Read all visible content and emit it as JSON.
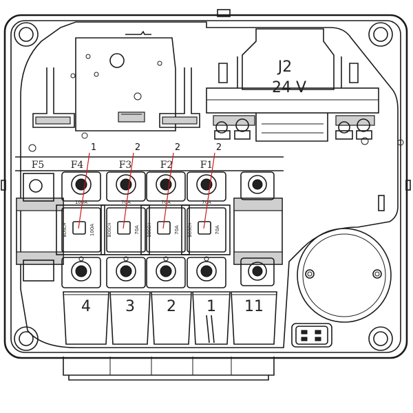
{
  "relay": {
    "name": "J2",
    "voltage": "24 V"
  },
  "fuse_labels": [
    "F5",
    "F4",
    "F3",
    "F2",
    "F1"
  ],
  "fuses": [
    {
      "slot": "F4",
      "top_rating": "100A",
      "body_rating": "100A",
      "brand": "BOSCH",
      "callout": "1"
    },
    {
      "slot": "F3",
      "top_rating": "70A",
      "body_rating": "70A",
      "brand": "BOSCH",
      "callout": "2"
    },
    {
      "slot": "F2",
      "top_rating": "70A",
      "body_rating": "70A",
      "brand": "BOSCH",
      "callout": "2"
    },
    {
      "slot": "F1",
      "top_rating": "70A",
      "body_rating": "70A",
      "brand": "BOSCH",
      "callout": "2"
    }
  ],
  "terminals": [
    "4",
    "3",
    "2",
    "1",
    "11"
  ],
  "colors": {
    "line": "#1a1a1a",
    "callout_leader": "#d11919",
    "background": "#ffffff"
  }
}
